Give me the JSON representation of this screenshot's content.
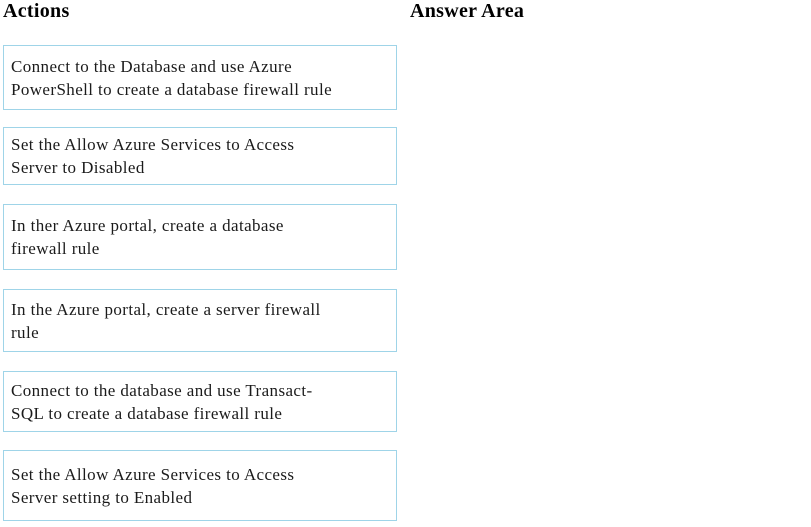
{
  "headers": {
    "actions": "Actions",
    "answer_area": "Answer Area"
  },
  "actions": [
    {
      "label": "Connect to the Database and use Azure\nPowerShell to create a database firewall rule"
    },
    {
      "label": "Set the Allow Azure Services to Access\nServer to Disabled"
    },
    {
      "label": "In ther Azure portal, create a database\nfirewall rule"
    },
    {
      "label": "In the Azure portal, create a server firewall\nrule"
    },
    {
      "label": "Connect to the database and use Transact-\nSQL to create a database firewall rule"
    },
    {
      "label": "Set the Allow Azure Services to Access\nServer setting to Enabled"
    }
  ],
  "colors": {
    "box_border": "#9fd4e8",
    "text": "#1b1b1b",
    "background": "#ffffff"
  }
}
